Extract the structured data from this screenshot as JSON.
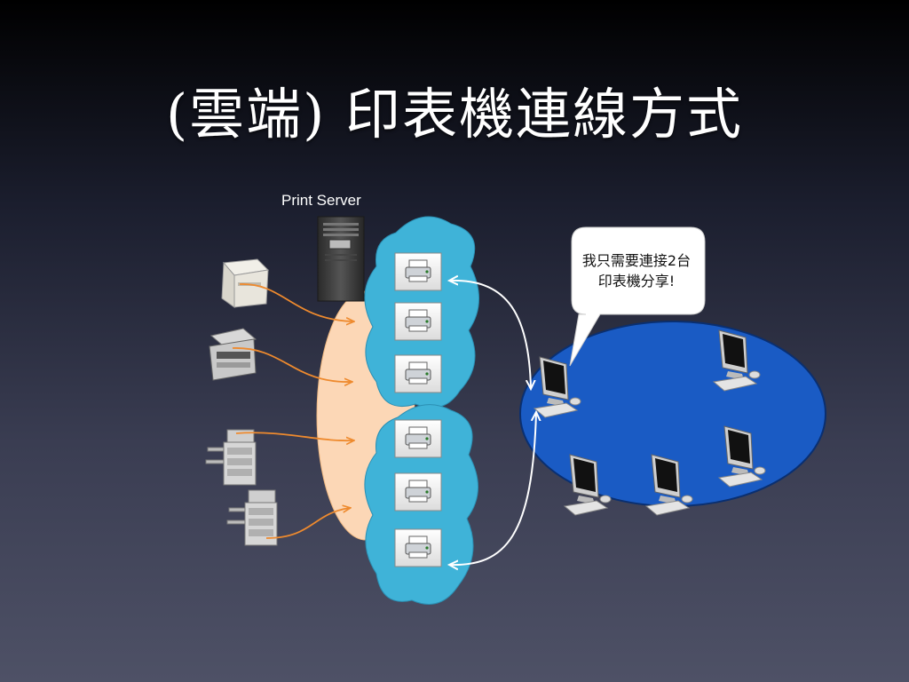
{
  "slide": {
    "title": "(雲端) 印表機連線方式",
    "server_label": "Print Server",
    "callout": {
      "line1": "我只需要連接2台",
      "line2": "印表機分享!"
    }
  },
  "colors": {
    "cloud": "#3fb3d8",
    "server_zone": "#fcd7b6",
    "lan": "#1a5bc4",
    "arrow_orange": "#ee8a2e",
    "arrow_white": "#ffffff"
  },
  "icons": {
    "devices": [
      "laser-printer-icon",
      "multifunction-printer-icon",
      "copier-icon",
      "copier-icon"
    ],
    "shared_printers": [
      "printer-icon",
      "printer-icon",
      "printer-icon",
      "printer-icon",
      "printer-icon",
      "printer-icon"
    ],
    "clients": [
      "computer-icon",
      "computer-icon",
      "computer-icon",
      "computer-icon",
      "computer-icon"
    ]
  }
}
